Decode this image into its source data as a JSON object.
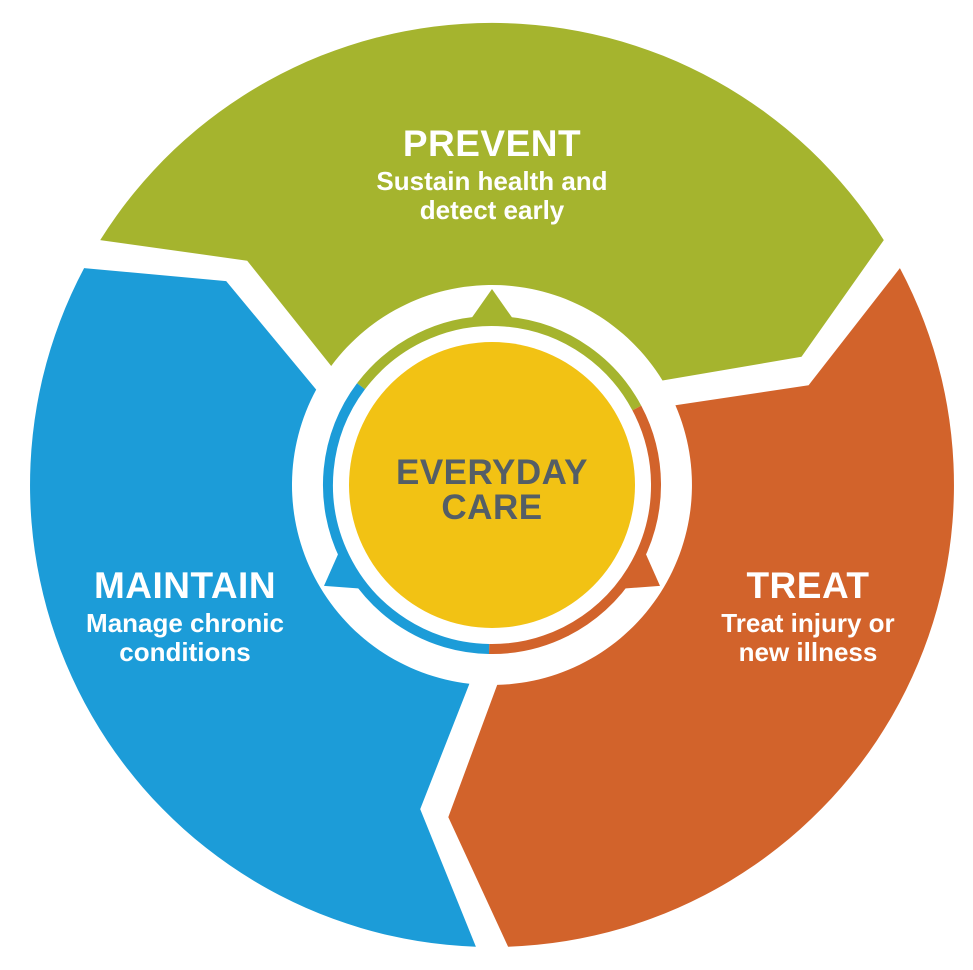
{
  "diagram": {
    "type": "cycle-diagram",
    "center_label": {
      "line1": "EVERYDAY",
      "line2": "CARE"
    },
    "segments": [
      {
        "name": "prevent",
        "label": "PREVENT",
        "description_line1": "Sustain health and",
        "description_line2": "detect early"
      },
      {
        "name": "treat",
        "label": "TREAT",
        "description_line1": "Treat injury or",
        "description_line2": "new illness"
      },
      {
        "name": "maintain",
        "label": "MAINTAIN",
        "description_line1": "Manage chronic",
        "description_line2": "conditions"
      }
    ],
    "colors": {
      "prevent_green": "#a5b42e",
      "treat_orange": "#d2632b",
      "maintain_blue": "#1c9cd8",
      "center_yellow": "#f2c214",
      "center_text": "#545e66",
      "label_text": "#ffffff",
      "background": "#ffffff"
    }
  }
}
